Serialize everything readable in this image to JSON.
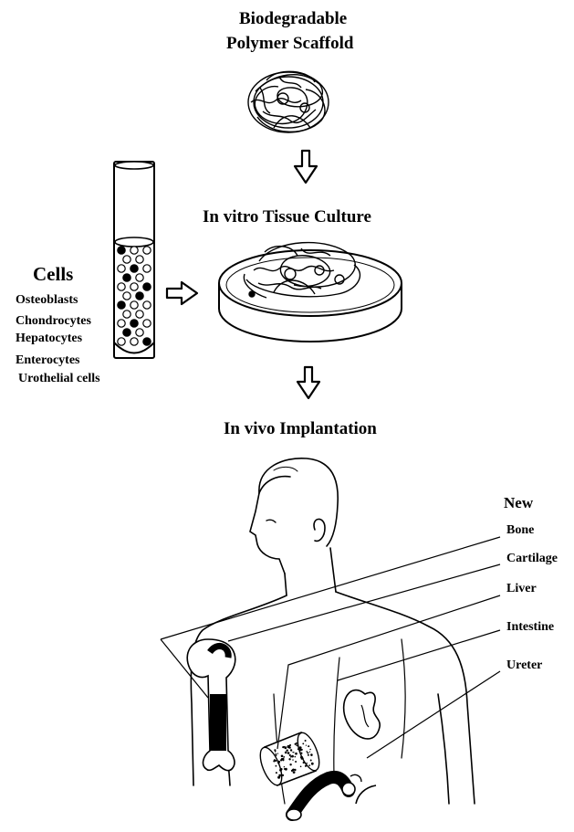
{
  "scaffold": {
    "line1": "Biodegradable",
    "line2": "Polymer Scaffold"
  },
  "culture_title": "In vitro Tissue Culture",
  "cells": {
    "title": "Cells",
    "items": [
      "Osteoblasts",
      "Chondrocytes",
      "Hepatocytes",
      "Enterocytes",
      "Urothelial cells"
    ]
  },
  "implant_title": "In vivo Implantation",
  "new_tissues": {
    "heading": "New",
    "items": [
      "Bone",
      "Cartilage",
      "Liver",
      "Intestine",
      "Ureter"
    ]
  }
}
